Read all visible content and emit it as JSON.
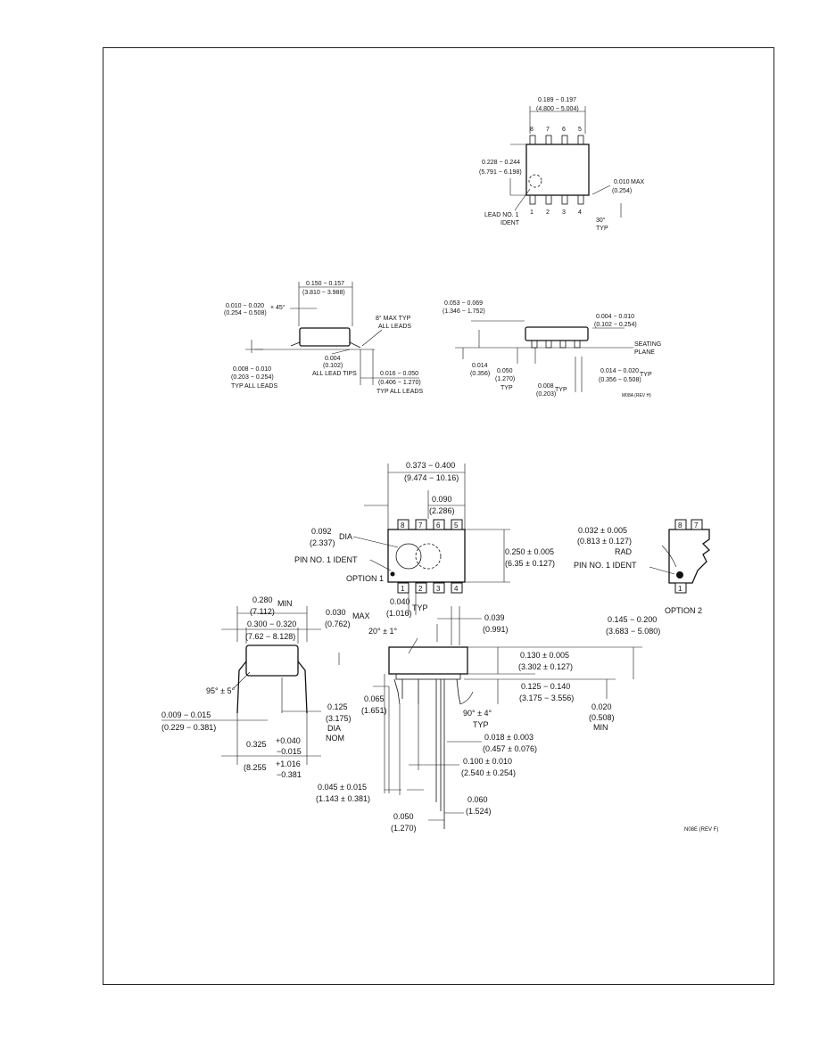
{
  "soic_top": {
    "body_length": "0.189 − 0.197",
    "body_length_mm": "(4.800 − 5.004)",
    "pins_top": [
      "8",
      "7",
      "6",
      "5"
    ],
    "pins_bottom": [
      "1",
      "2",
      "3",
      "4"
    ],
    "width": "0.228 − 0.244",
    "width_mm": "(5.791 − 6.198)",
    "lead1_ident": "LEAD NO. 1",
    "ident": "IDENT",
    "chamfer": "0.010",
    "chamfer_max": "MAX",
    "chamfer_mm": "(0.254)",
    "angle": "30°",
    "typ": "TYP"
  },
  "soic_side": {
    "width": "0.150 − 0.157",
    "width_mm": "(3.810 − 3.988)",
    "bevel": "0.010 − 0.020",
    "bevel_suffix": "× 45°",
    "bevel_mm": "(0.254 − 0.508)",
    "angle_max": "8° MAX TYP",
    "all_leads": "ALL LEADS",
    "tip": "0.004",
    "tip_mm": "(0.102)",
    "all_lead_tips": "ALL LEAD TIPS",
    "lead_thk": "0.008 − 0.010",
    "lead_thk_mm": "(0.203 − 0.254)",
    "typ_all_leads": "TYP ALL LEADS",
    "foot": "0.016 − 0.050",
    "foot_mm": "(0.406 − 1.270)",
    "typ_all_leads_2": "TYP ALL LEADS"
  },
  "soic_front": {
    "height": "0.053 − 0.069",
    "height_mm": "(1.346 − 1.752)",
    "standoff": "0.004 − 0.010",
    "standoff_mm": "(0.102 − 0.254)",
    "seating": "SEATING",
    "plane": "PLANE",
    "h014": "0.014",
    "h014_mm": "(0.356)",
    "pitch": "0.050",
    "pitch_mm": "(1.270)",
    "typ1": "TYP",
    "lead_w": "0.014 − 0.020",
    "lead_w_typ": "TYP",
    "lead_w_mm": "(0.356 − 0.508)",
    "gap": "0.008",
    "gap_typ": "TYP",
    "gap_mm": "(0.203)",
    "code": "M08A (REV H)"
  },
  "dip": {
    "length": "0.373 − 0.400",
    "length_mm": "(9.474 − 10.16)",
    "h090": "0.090",
    "h090_mm": "(2.286)",
    "pins_top": [
      "8",
      "7",
      "6",
      "5"
    ],
    "pins_bottom": [
      "1",
      "2",
      "3",
      "4"
    ],
    "dia": "0.092",
    "dia_label": "DIA",
    "dia_mm": "(2.337)",
    "pin1_ident": "PIN NO. 1 IDENT",
    "option1": "OPTION 1",
    "width": "0.250 ± 0.005",
    "width_mm": "(6.35 ± 0.127)",
    "pitch_gap": "0.040",
    "pitch_gap_mm": "(1.016)",
    "pitch_gap_typ": "TYP",
    "opt2_rad": "0.032 ± 0.005",
    "opt2_rad_mm": "(0.813 ± 0.127)",
    "opt2_rad_label": "RAD",
    "opt2_pin1": "PIN NO. 1 IDENT",
    "opt2_pins": [
      "8",
      "7",
      "1"
    ],
    "option2": "OPTION 2",
    "min280": "0.280",
    "min_label": "MIN",
    "min280_mm": "(7.112)",
    "w300": "0.300 − 0.320",
    "w300_mm": "(7.62 − 8.128)",
    "max030": "0.030",
    "max_label": "MAX",
    "max030_mm": "(0.762)",
    "angle95": "95° ± 5°",
    "lead_thk": "0.009 − 0.015",
    "lead_thk_mm": "(0.229 − 0.381)",
    "d125": "0.125",
    "d125_mm": "(3.175)",
    "d125_dia": "DIA",
    "d125_nom": "NOM",
    "span": "0.325",
    "span_plus": "+0.040",
    "span_minus": "−0.015",
    "span_mm": "(8.255",
    "span_mm_plus": "+1.016",
    "span_mm_minus": "−0.381",
    "angle20": "20° ± 1°",
    "d039": "0.039",
    "d039_mm": "(0.991)",
    "h145": "0.145 − 0.200",
    "h145_mm": "(3.683 − 5.080)",
    "h130": "0.130 ± 0.005",
    "h130_mm": "(3.302 ± 0.127)",
    "d065": "0.065",
    "d065_mm": "(1.651)",
    "h125": "0.125 − 0.140",
    "h125_mm": "(3.175 − 3.556)",
    "h020": "0.020",
    "h020_mm": "(0.508)",
    "h020_min": "MIN",
    "angle90": "90° ± 4°",
    "angle90_typ": "TYP",
    "lead18": "0.018 ± 0.003",
    "lead18_mm": "(0.457 ± 0.076)",
    "pitch100": "0.100 ± 0.010",
    "pitch100_mm": "(2.540 ± 0.254)",
    "d045": "0.045 ± 0.015",
    "d045_mm": "(1.143 ± 0.381)",
    "d060": "0.060",
    "d060_mm": "(1.524)",
    "d050": "0.050",
    "d050_mm": "(1.270)",
    "code": "N08E (REV F)"
  }
}
